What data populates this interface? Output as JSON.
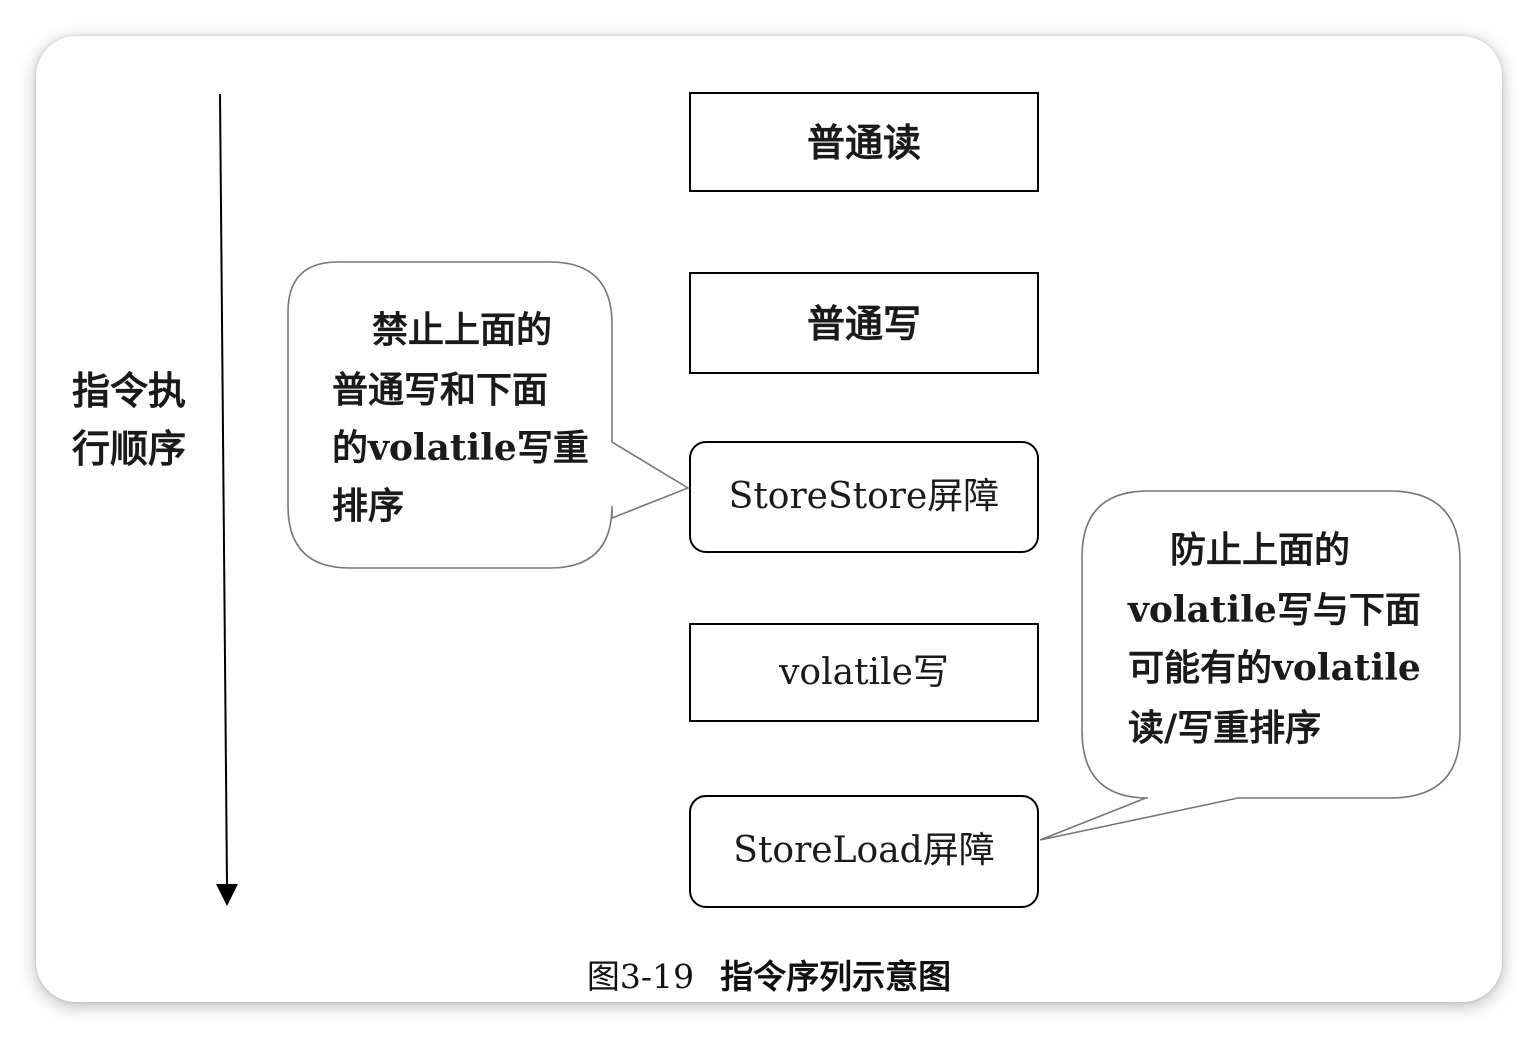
{
  "axis_label": [
    "指令执",
    "行顺序"
  ],
  "boxes": [
    {
      "label": "普通读"
    },
    {
      "label": "普通写"
    },
    {
      "label": "StoreStore屏障"
    },
    {
      "label": "volatile写"
    },
    {
      "label": "StoreLoad屏障"
    }
  ],
  "callout_left": [
    "禁止上面的",
    "普通写和下面",
    "的volatile写重",
    "排序"
  ],
  "callout_right": [
    "防止上面的",
    "volatile写与下面",
    "可能有的volatile",
    "读/写重排序"
  ],
  "caption": {
    "number": "图3-19",
    "title": "指令序列示意图"
  }
}
